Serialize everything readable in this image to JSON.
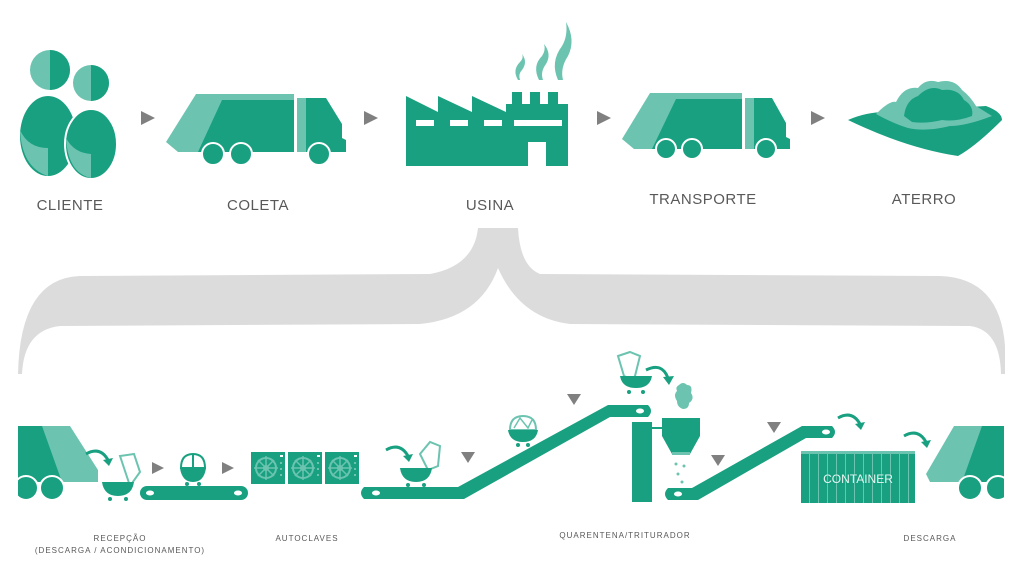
{
  "colors": {
    "primary": "#18a080",
    "light": "#6cc4b0",
    "arrow": "#808080",
    "brace": "#dcdcdc",
    "text": "#595959"
  },
  "top_flow": {
    "steps": [
      {
        "id": "cliente",
        "label": "CLIENTE",
        "icon": "people-icon"
      },
      {
        "id": "coleta",
        "label": "COLETA",
        "icon": "garbage-truck-icon"
      },
      {
        "id": "usina",
        "label": "USINA",
        "icon": "factory-icon"
      },
      {
        "id": "transporte",
        "label": "TRANSPORTE",
        "icon": "garbage-truck-icon"
      },
      {
        "id": "aterro",
        "label": "ATERRO",
        "icon": "landfill-icon"
      }
    ]
  },
  "bottom_flow": {
    "labels": {
      "recepcao_line1": "RECEPÇÃO",
      "recepcao_line2": "(DESCARGA / ACONDICIONAMENTO)",
      "autoclaves": "AUTOCLAVES",
      "quarentena": "QUARENTENA/TRITURADOR",
      "descarga": "DESCARGA"
    },
    "container_text": "CONTAINER"
  }
}
